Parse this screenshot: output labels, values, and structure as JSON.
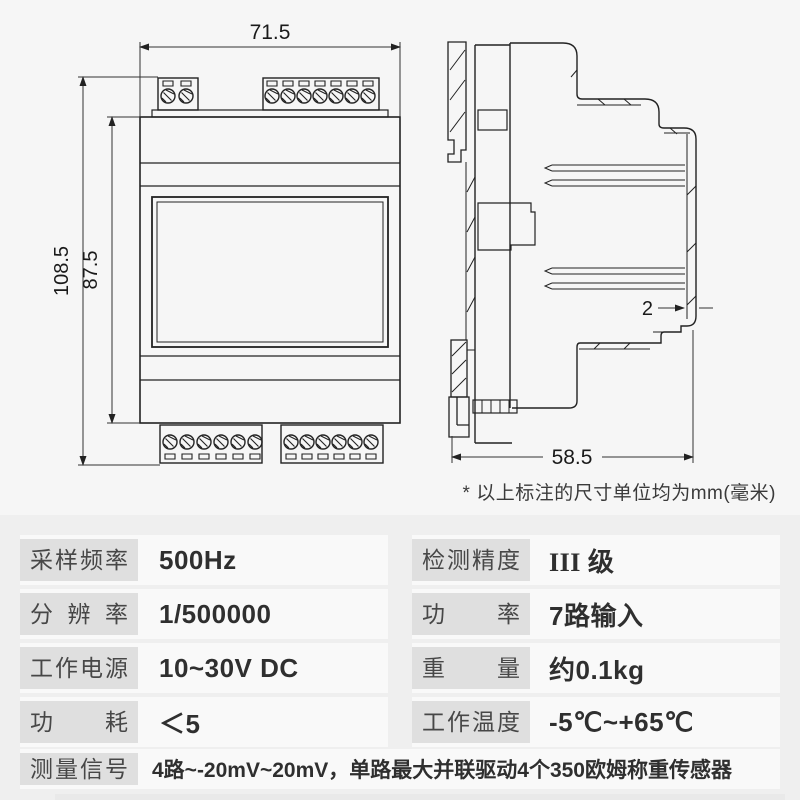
{
  "drawing": {
    "front_view": {
      "dim_width": "71.5",
      "dim_height_total": "108.5",
      "dim_height_body": "87.5"
    },
    "side_view": {
      "dim_depth": "58.5",
      "dim_wall_thickness": "2"
    },
    "note": "* 以上标注的尺寸单位均为mm(毫米)"
  },
  "specs": {
    "left": [
      {
        "label": "采样频率",
        "value": "500Hz"
      },
      {
        "label": "分辨率",
        "value": "1/500000"
      },
      {
        "label": "工作电源",
        "value": "10~30V DC"
      },
      {
        "label": "功耗",
        "value": "＜5"
      }
    ],
    "right": [
      {
        "label": "检测精度",
        "value": "III 级"
      },
      {
        "label": "功率",
        "value": "7路输入"
      },
      {
        "label": "重量",
        "value": "约0.1kg"
      },
      {
        "label": "工作温度",
        "value": "-5℃~+65℃"
      }
    ],
    "bottom": {
      "label": "测量信号",
      "value": "4路~-20mV~20mV，单路最大并联驱动4个350欧姆称重传感器"
    }
  }
}
